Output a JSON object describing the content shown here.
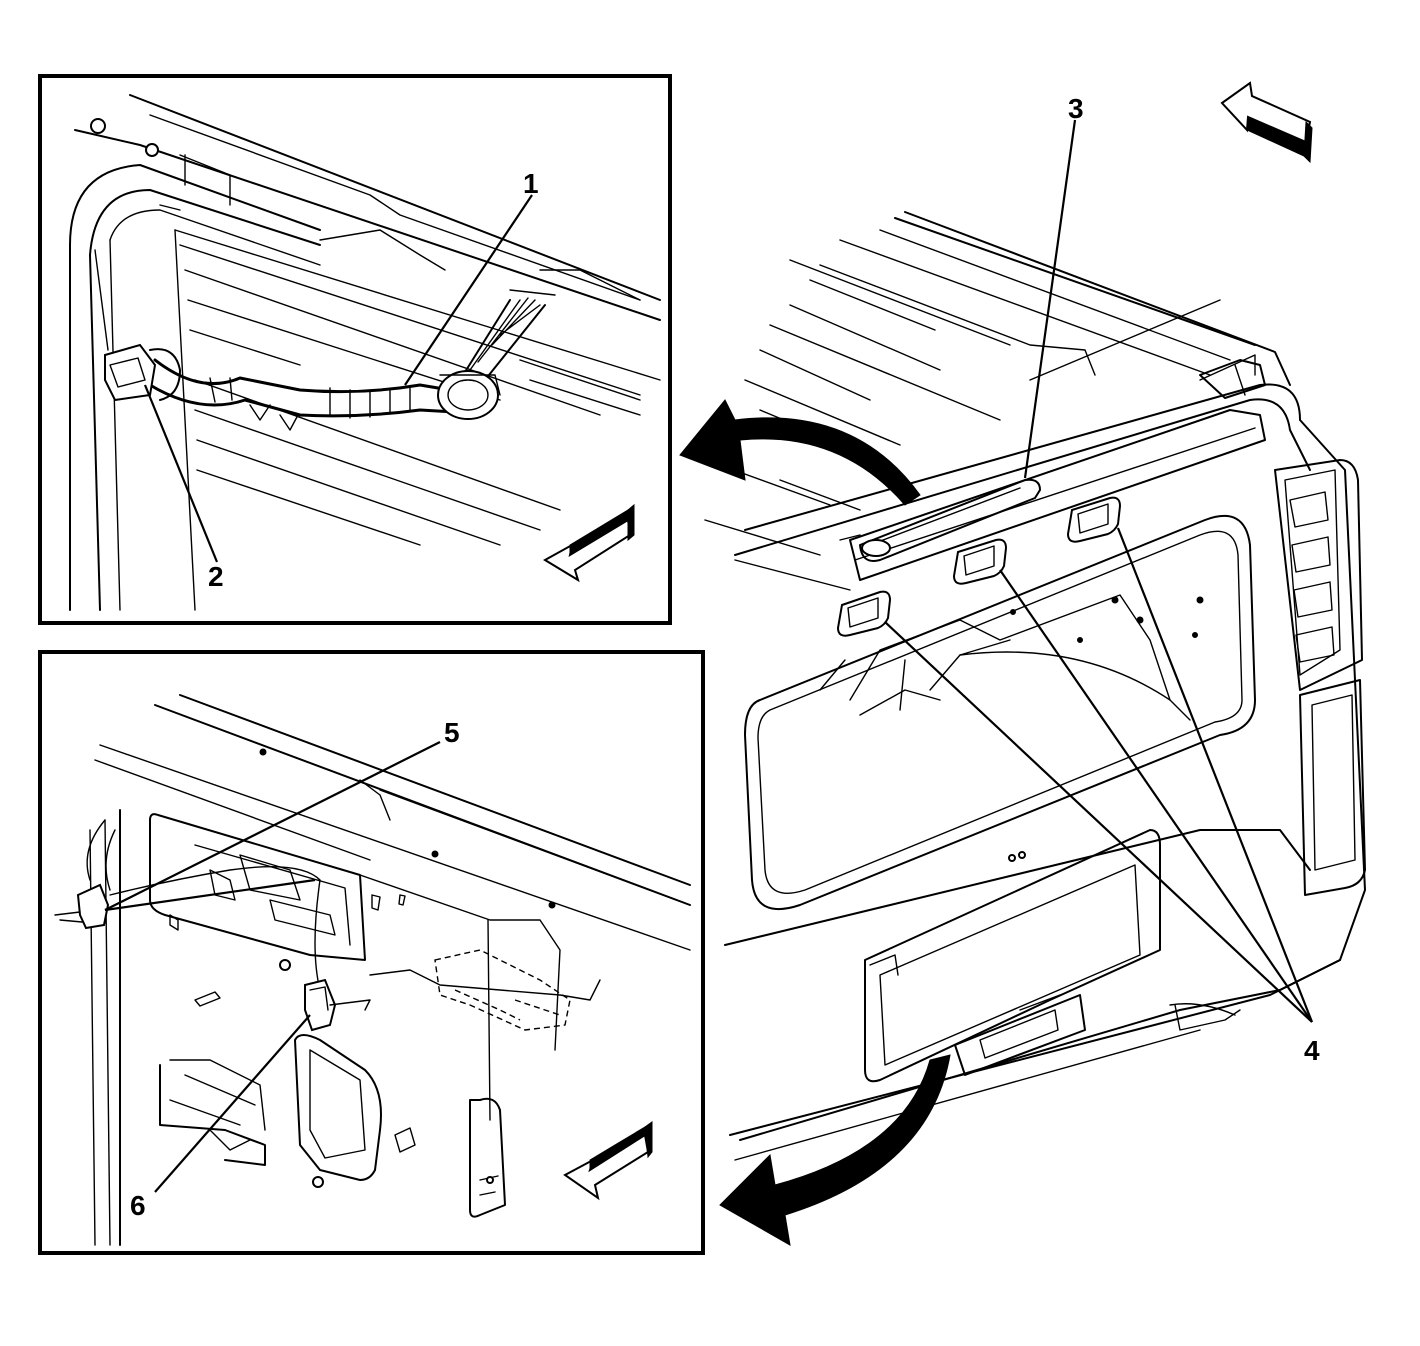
{
  "callouts": {
    "c1": "1",
    "c2": "2",
    "c3": "3",
    "c4": "4",
    "c5": "5",
    "c6": "6"
  },
  "colors": {
    "line": "#000000",
    "background": "#ffffff"
  },
  "icons": [
    "view-direction-arrow-icon",
    "swing-direction-arrow-icon"
  ]
}
